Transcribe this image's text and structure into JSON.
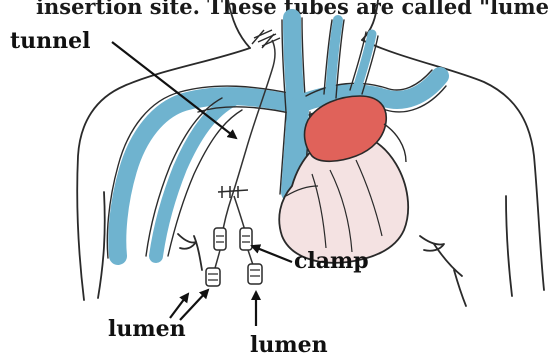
{
  "diagram": {
    "caption_text": "insertion site. These tubes are called \"lumen",
    "labels": {
      "tunnel": "tunnel",
      "clamp": "clamp",
      "lumen_left": "lumen",
      "lumen_right": "lumen"
    },
    "colors": {
      "vessel": "#6fb3cf",
      "heart_atrium": "#e0625a",
      "heart_body": "#f4e2e2",
      "ink": "#1a1a1a"
    }
  }
}
